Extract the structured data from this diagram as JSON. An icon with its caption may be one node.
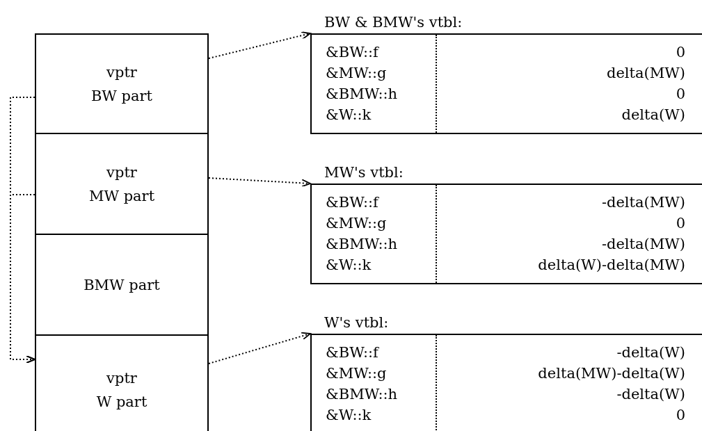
{
  "diagram": {
    "nodes": [
      {
        "text": [
          "vptr",
          "BW part"
        ]
      },
      {
        "text": [
          "vptr",
          "MW part"
        ]
      },
      {
        "text": [
          "BMW part"
        ]
      },
      {
        "text": [
          "vptr",
          "W part"
        ]
      },
      {
        "text": [
          "BW & BMW's vtbl:",
          "&BW::f",
          "0",
          "&MW::g",
          "delta(MW)",
          "&BMW::h",
          "0",
          "&W::k",
          "delta(W)"
        ]
      },
      {
        "text": [
          "MW's vtbl:",
          "&BW::f",
          "-delta(MW)",
          "&MW::g",
          "0",
          "&BMW::h",
          "-delta(MW)",
          "&W::k",
          "delta(W)-delta(MW)"
        ]
      },
      {
        "text": [
          "W's vtbl:",
          "&BW::f",
          "-delta(W)",
          "&MW::g",
          "delta(MW)-delta(W)",
          "&BMW::h",
          "-delta(W)",
          "&W::k",
          "0"
        ]
      }
    ],
    "edges": [
      {
        "from": 0,
        "to": 4,
        "arrow": "to",
        "style": "dashed"
      },
      {
        "from": 1,
        "to": 5,
        "arrow": "to",
        "style": "dashed"
      },
      {
        "from": 3,
        "to": 6,
        "arrow": "to",
        "style": "dashed"
      },
      {
        "from": 0,
        "to": 3,
        "arrow": "to",
        "style": "dashed"
      },
      {
        "from": 1,
        "to": 3,
        "arrow": "to",
        "style": "dashed"
      }
    ]
  }
}
